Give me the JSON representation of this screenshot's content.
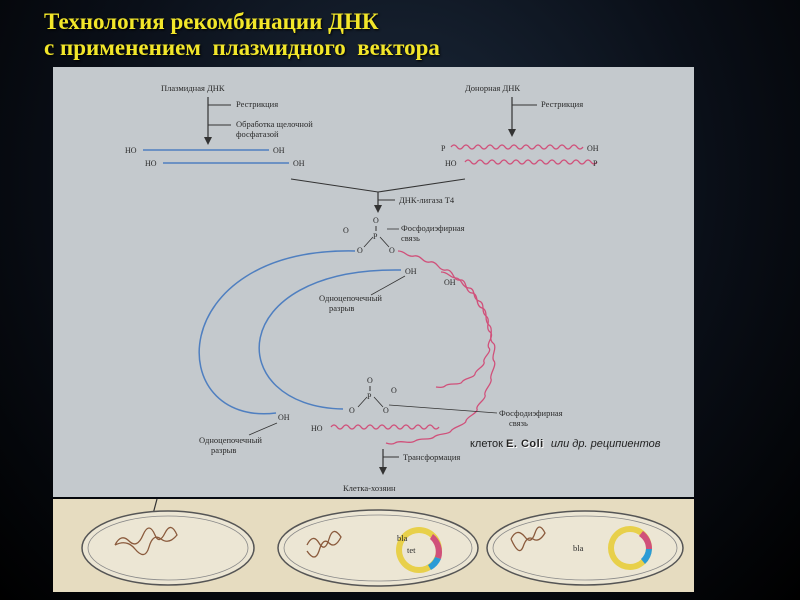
{
  "title": {
    "line1": "Технология рекомбинации ДНК",
    "line2": "с применением  плазмидного  вектора"
  },
  "diagram": {
    "plasmid_dna": "Плазмидная ДНК",
    "donor_dna": "Донорная ДНК",
    "restriction_left": "Рестрикция",
    "alk_phos_line1": "Обработка щелочной",
    "alk_phos_line2": "фосфатазой",
    "restriction_right": "Рестрикция",
    "ho": "HO",
    "oh": "OH",
    "p": "P",
    "ligase": "ДНК-лигаза Т4",
    "o_minus": "O",
    "phospho_atom": "P",
    "o_atom": "O",
    "phosphodiester_top_1": "Фосфодиэфирная",
    "phosphodiester_top_2": "связь",
    "single_strand_break_top_1": "Одноцепочечный",
    "single_strand_break_top_2": "разрыв",
    "phosphodiester_bottom_1": "Фосфодиэфирная",
    "phosphodiester_bottom_2": "связь",
    "single_strand_break_bottom_1": "Одноцепочечный",
    "single_strand_break_bottom_2": "разрыв",
    "transformation": "Трансформация",
    "host_cell": "Клетка-хозяин"
  },
  "note": {
    "prefix": "клеток",
    "organism": "E. Coli",
    "suffix": "или др. реципиентов"
  },
  "cells": {
    "gene_bla_1": "bla",
    "gene_tet": "tet",
    "gene_bla_2": "bla"
  },
  "colors": {
    "title": "#f2e62a",
    "plasmid_strand": "#4f7fc0",
    "donor_strand": "#d0507a",
    "background_panel": "#c4c9cd"
  }
}
